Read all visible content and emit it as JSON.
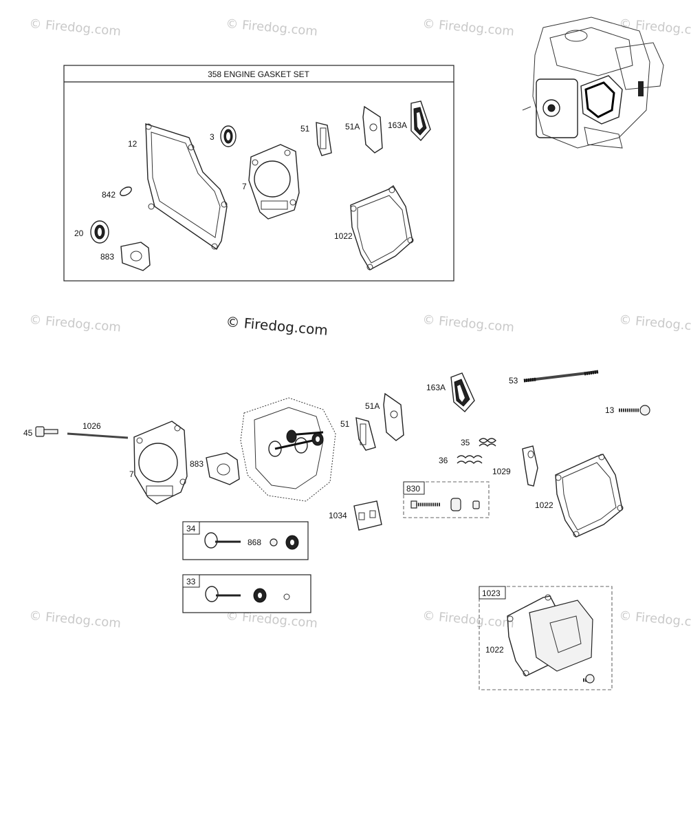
{
  "watermark": "© Firedog.com",
  "center_watermark": "© Firedog.com",
  "kit_box": {
    "title": "358 ENGINE GASKET SET"
  },
  "kit_labels": {
    "p12": "12",
    "p3": "3",
    "p7": "7",
    "p51": "51",
    "p51a": "51A",
    "p163a": "163A",
    "p842": "842",
    "p20": "20",
    "p883": "883",
    "p1022": "1022"
  },
  "main_labels": {
    "p163a": "163A",
    "p53": "53",
    "p13": "13",
    "p51a": "51A",
    "p51": "51",
    "p45": "45",
    "p1026": "1026",
    "p7": "7",
    "p883": "883",
    "p35": "35",
    "p36": "36",
    "p1029": "1029",
    "p830": "830",
    "p1022": "1022",
    "p1034": "1034",
    "p34": "34",
    "p868": "868",
    "p33": "33",
    "p1023": "1023",
    "p1022b": "1022"
  }
}
